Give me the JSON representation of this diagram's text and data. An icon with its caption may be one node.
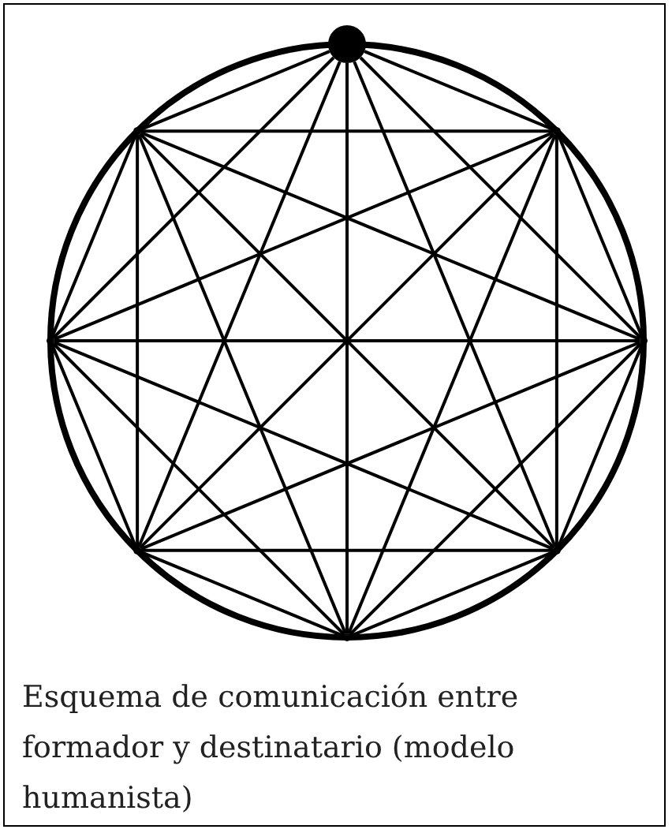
{
  "diagram": {
    "caption": "Esquema de comunicación entre formador y destinatario (modelo humanista)",
    "nodes": [
      {
        "text": [],
        "shape": "circle"
      },
      {
        "text": [],
        "shape": "point"
      },
      {
        "text": [],
        "shape": "point"
      },
      {
        "text": [],
        "shape": "point"
      },
      {
        "text": [],
        "shape": "point"
      },
      {
        "text": [],
        "shape": "point"
      },
      {
        "text": [],
        "shape": "point"
      },
      {
        "text": [],
        "shape": "point"
      }
    ],
    "edges": [
      {
        "from": 0,
        "to": 1,
        "arrow": "none"
      },
      {
        "from": 0,
        "to": 2,
        "arrow": "none"
      },
      {
        "from": 0,
        "to": 3,
        "arrow": "none"
      },
      {
        "from": 0,
        "to": 4,
        "arrow": "none"
      },
      {
        "from": 0,
        "to": 5,
        "arrow": "none"
      },
      {
        "from": 0,
        "to": 6,
        "arrow": "none"
      },
      {
        "from": 0,
        "to": 7,
        "arrow": "none"
      },
      {
        "from": 1,
        "to": 2,
        "arrow": "none"
      },
      {
        "from": 1,
        "to": 3,
        "arrow": "none"
      },
      {
        "from": 1,
        "to": 4,
        "arrow": "none"
      },
      {
        "from": 1,
        "to": 5,
        "arrow": "none"
      },
      {
        "from": 1,
        "to": 6,
        "arrow": "none"
      },
      {
        "from": 1,
        "to": 7,
        "arrow": "none"
      },
      {
        "from": 2,
        "to": 3,
        "arrow": "none"
      },
      {
        "from": 2,
        "to": 4,
        "arrow": "none"
      },
      {
        "from": 2,
        "to": 5,
        "arrow": "none"
      },
      {
        "from": 2,
        "to": 6,
        "arrow": "none"
      },
      {
        "from": 2,
        "to": 7,
        "arrow": "none"
      },
      {
        "from": 3,
        "to": 4,
        "arrow": "none"
      },
      {
        "from": 3,
        "to": 5,
        "arrow": "none"
      },
      {
        "from": 3,
        "to": 6,
        "arrow": "none"
      },
      {
        "from": 3,
        "to": 7,
        "arrow": "none"
      },
      {
        "from": 4,
        "to": 5,
        "arrow": "none"
      },
      {
        "from": 4,
        "to": 6,
        "arrow": "none"
      },
      {
        "from": 4,
        "to": 7,
        "arrow": "none"
      },
      {
        "from": 5,
        "to": 6,
        "arrow": "none"
      },
      {
        "from": 5,
        "to": 7,
        "arrow": "none"
      },
      {
        "from": 6,
        "to": 7,
        "arrow": "none"
      }
    ]
  }
}
